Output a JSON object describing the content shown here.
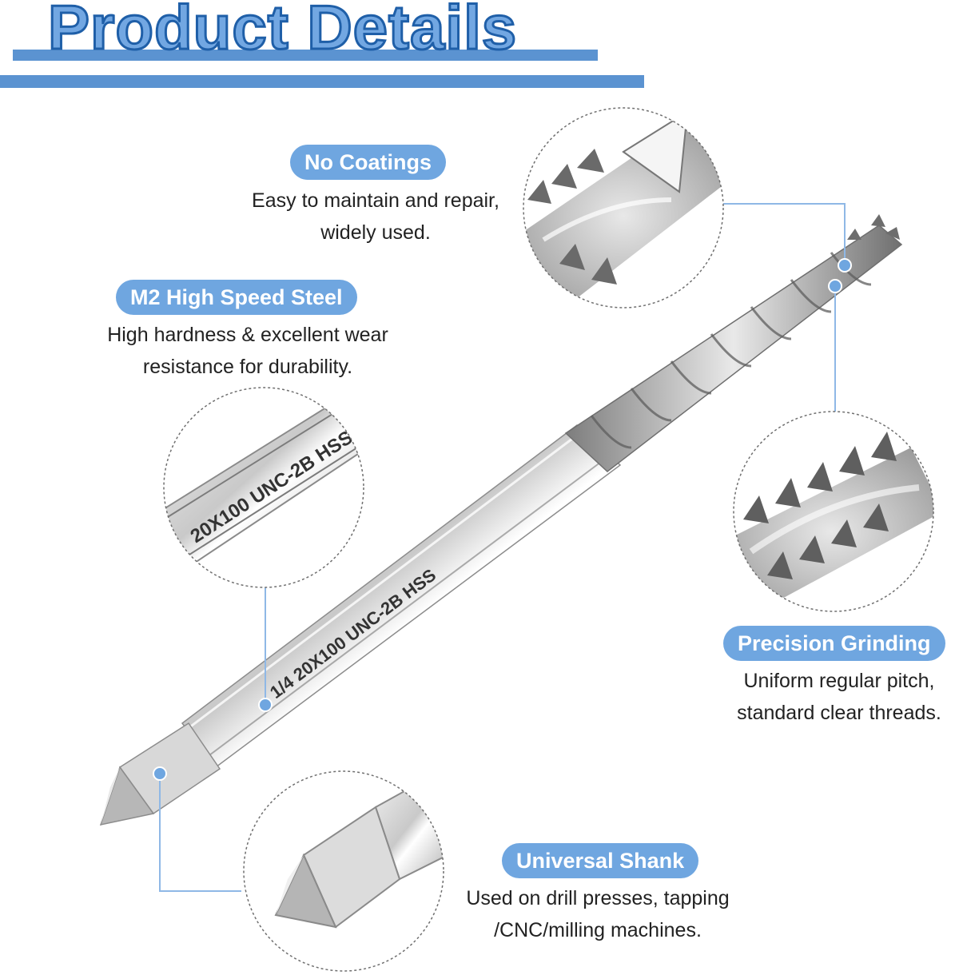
{
  "header": {
    "title": "Product Details"
  },
  "features": {
    "no_coatings": {
      "label": "No Coatings",
      "lines": [
        "Easy to maintain and repair,",
        "widely used."
      ]
    },
    "hss": {
      "label": "M2 High Speed Steel",
      "lines": [
        "High hardness & excellent wear",
        "resistance for durability."
      ]
    },
    "grinding": {
      "label": "Precision Grinding",
      "lines": [
        "Uniform regular pitch,",
        "standard clear threads."
      ]
    },
    "shank": {
      "label": "Universal Shank",
      "lines": [
        "Used on drill presses, tapping",
        "/CNC/milling machines."
      ]
    }
  },
  "engravings": {
    "shank_marking": "1/4 20X100 UNC-2B HSS",
    "zoom_marking": "20X100 UNC-2B HSS"
  },
  "colors": {
    "accent": "#6fa6e0",
    "title_fill": "#72a7e2",
    "title_stroke": "#1f5fa8",
    "bar": "#5b93d1",
    "connector": "#8fb8e6",
    "steel_light": "#e6e6e6",
    "steel_dark": "#8a8a8a"
  }
}
